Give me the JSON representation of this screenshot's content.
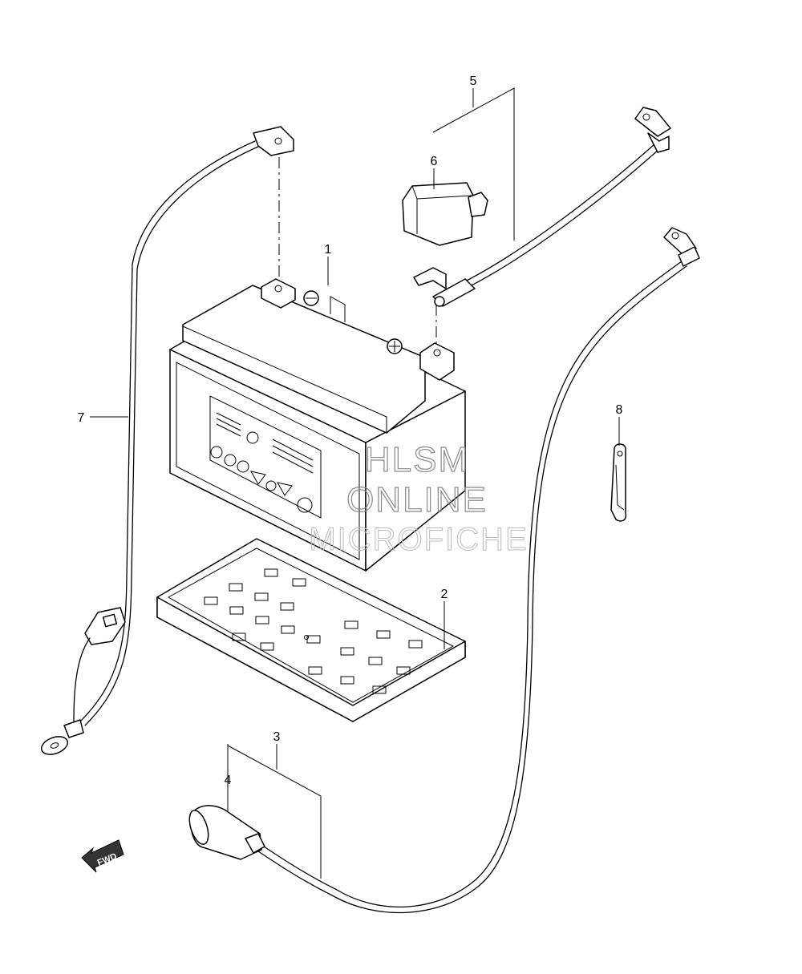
{
  "callouts": [
    "1",
    "2",
    "3",
    "4",
    "5",
    "6",
    "7",
    "8"
  ],
  "watermark": {
    "line1": "HLSM",
    "line2": "ONLINE",
    "line3": "MICROFICHE"
  },
  "fwd_arrow": {
    "label": "FWD"
  }
}
